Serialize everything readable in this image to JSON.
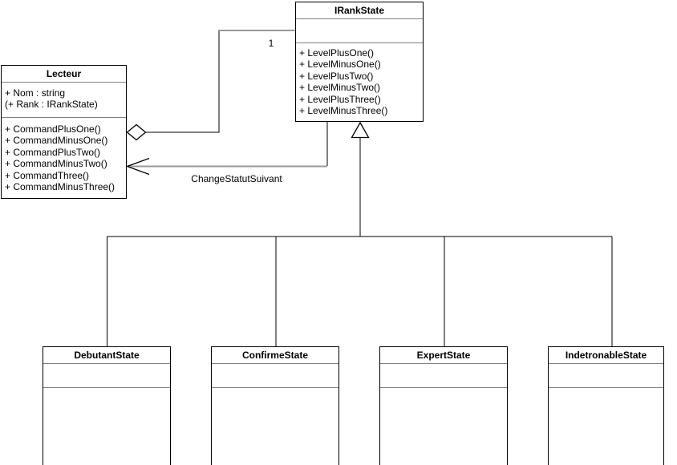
{
  "diagram": {
    "type": "uml-class-diagram",
    "classes": {
      "irankstate": {
        "title": "IRankState",
        "attributes": [],
        "methods": [
          "+ LevelPlusOne()",
          "+ LevelMinusOne()",
          "+ LevelPlusTwo()",
          "+ LevelMinusTwo()",
          "+ LevelPlusThree()",
          "+ LevelMinusThree()"
        ]
      },
      "lecteur": {
        "title": "Lecteur",
        "attributes": [
          "+ Nom : string",
          "(+ Rank : IRankState)"
        ],
        "methods": [
          "+ CommandPlusOne()",
          "+ CommandMinusOne()",
          "+ CommandPlusTwo()",
          "+ CommandMinusTwo()",
          "+ CommandThree()",
          "+ CommandMinusThree()"
        ]
      },
      "debutant": {
        "title": "DebutantState",
        "attributes": [],
        "methods": []
      },
      "confirme": {
        "title": "ConfirmeState",
        "attributes": [],
        "methods": []
      },
      "expert": {
        "title": "ExpertState",
        "attributes": [],
        "methods": []
      },
      "indetronable": {
        "title": "IndetronableState",
        "attributes": [],
        "methods": []
      }
    },
    "relations": {
      "aggregation": {
        "from": "Lecteur",
        "to": "IRankState",
        "multiplicity": "1",
        "marker": "hollow-diamond"
      },
      "dependency": {
        "from": "IRankState",
        "to": "Lecteur",
        "label": "ChangeStatutSuivant",
        "marker": "open-arrow"
      },
      "inheritance": {
        "parent": "IRankState",
        "children": [
          "DebutantState",
          "ConfirmeState",
          "ExpertState",
          "IndetronableState"
        ],
        "marker": "hollow-triangle"
      }
    },
    "icons": {
      "aggregation": "diamond-outline-icon",
      "inheritance": "triangle-outline-icon",
      "dependency": "open-arrowhead-icon"
    },
    "colors": {
      "background": "#ffffff",
      "text": "#000000",
      "box_border": "#000000",
      "compartment_divider": "#808080",
      "connector": "#000000",
      "connector_muted": "#999999",
      "shape_fill": "#ffffff"
    }
  }
}
